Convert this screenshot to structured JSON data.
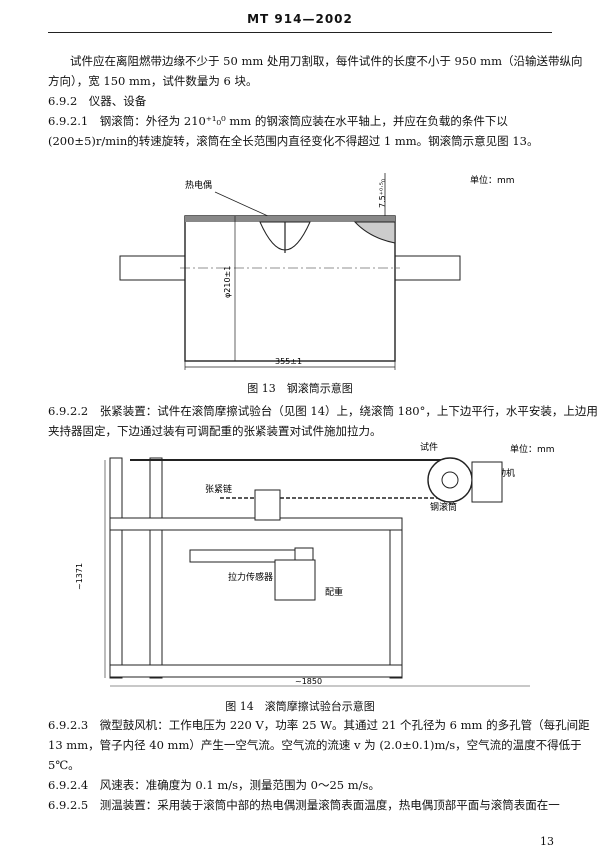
{
  "header": {
    "title": "MT 914—2002"
  },
  "paragraphs": [
    "试件应在离阻燃带边缘不少于 50 mm 处用刀割取，每件试件的长度不小于 950 mm（沿输送带纵向",
    "方向），宽 150 mm，试件数量为 6 块。",
    "6.9.2　仪器、设备",
    "6.9.2.1　钢滚筒：外径为 210⁺¹₀⁰ mm 的钢滚筒应装在水平轴上，并应在负载的条件下以",
    "(200±5)r/min的转速旋转，滚筒在全长范围内直径变化不得超过 1 mm。钢滚筒示意见图 13。"
  ],
  "fig13": {
    "unit": "单位：mm",
    "label_thermocouple": "热电偶",
    "dim_thickness": "7.5⁺⁰·⁵₀",
    "dim_diameter": "φ210±1",
    "dim_length": "355±1",
    "caption": "图 13　钢滚筒示意图"
  },
  "paragraphs2": [
    "6.9.2.2　张紧装置：试件在滚筒摩擦试验台（见图 14）上，绕滚筒 180°，上下边平行，水平安装，上边用",
    "夹持器固定，下边通过装有可调配重的张紧装置对试件施加拉力。"
  ],
  "fig14": {
    "unit": "单位：mm",
    "label_specimen": "试件",
    "label_motor": "电动机",
    "label_tension_chain": "张紧链",
    "label_drum": "钢滚筒",
    "label_sensor": "拉力传感器",
    "label_weight": "配重",
    "dim_height": "~1371",
    "dim_width": "~1850",
    "caption": "图 14　滚筒摩擦试验台示意图"
  },
  "paragraphs3": [
    "6.9.2.3　微型鼓风机：工作电压为 220 V，功率 25 W。其通过 21 个孔径为 6 mm 的多孔管（每孔间距",
    "13 mm，管子内径 40 mm）产生一空气流。空气流的流速 v 为 (2.0±0.1)m/s，空气流的温度不得低于",
    "5℃。",
    "6.9.2.4　风速表：准确度为 0.1 m/s，测量范围为 0～25 m/s。",
    "6.9.2.5　测温装置：采用装于滚筒中部的热电偶测量滚筒表面温度，热电偶顶部平面与滚筒表面在一"
  ],
  "page_number": "13"
}
